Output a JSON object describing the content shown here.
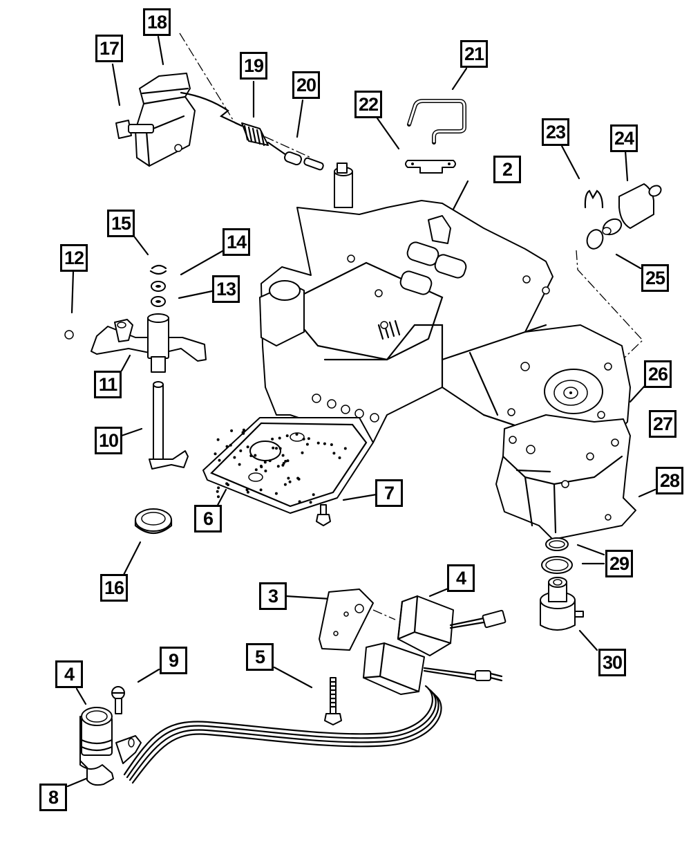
{
  "diagram": {
    "title": "Valve Body Assembly - Exploded Parts View",
    "style": "black line art on white background",
    "callouts": [
      {
        "id": "c2",
        "label": "2",
        "part": "valve-body"
      },
      {
        "id": "c3",
        "label": "3",
        "part": "solenoid-bracket-plate"
      },
      {
        "id": "c4a",
        "label": "4",
        "part": "solenoid-assembly"
      },
      {
        "id": "c4b",
        "label": "4",
        "part": "transmission-connector-harness"
      },
      {
        "id": "c5",
        "label": "5",
        "part": "solenoid-bolt"
      },
      {
        "id": "c6",
        "label": "6",
        "part": "separator-plate"
      },
      {
        "id": "c7",
        "label": "7",
        "part": "plate-screw"
      },
      {
        "id": "c8",
        "label": "8",
        "part": "harness-connector-o-ring"
      },
      {
        "id": "c9",
        "label": "9",
        "part": "connector-screw"
      },
      {
        "id": "c10",
        "label": "10",
        "part": "manual-shaft"
      },
      {
        "id": "c11",
        "label": "11",
        "part": "manual-lever"
      },
      {
        "id": "c12",
        "label": "12",
        "part": "check-ball"
      },
      {
        "id": "c13",
        "label": "13",
        "part": "seal"
      },
      {
        "id": "c14",
        "label": "14",
        "part": "washer"
      },
      {
        "id": "c15",
        "label": "15",
        "part": "retaining-clip"
      },
      {
        "id": "c16",
        "label": "16",
        "part": "shaft-seal"
      },
      {
        "id": "c17",
        "label": "17",
        "part": "bracket-bolt"
      },
      {
        "id": "c18",
        "label": "18",
        "part": "detent-spring-bracket"
      },
      {
        "id": "c19",
        "label": "19",
        "part": "spring"
      },
      {
        "id": "c20",
        "label": "20",
        "part": "detent-valve"
      },
      {
        "id": "c21",
        "label": "21",
        "part": "oil-tube"
      },
      {
        "id": "c22",
        "label": "22",
        "part": "tube-retainer"
      },
      {
        "id": "c23",
        "label": "23",
        "part": "retainer-clip"
      },
      {
        "id": "c24",
        "label": "24",
        "part": "pressure-sensor"
      },
      {
        "id": "c25",
        "label": "25",
        "part": "o-ring"
      },
      {
        "id": "c26",
        "label": "26",
        "part": "gasket"
      },
      {
        "id": "c27",
        "label": "27",
        "part": "transfer-plate"
      },
      {
        "id": "c28",
        "label": "28",
        "part": "accumulator-gasket"
      },
      {
        "id": "c29",
        "label": "29",
        "part": "o-rings"
      },
      {
        "id": "c30",
        "label": "30",
        "part": "governor-solenoid"
      }
    ]
  }
}
